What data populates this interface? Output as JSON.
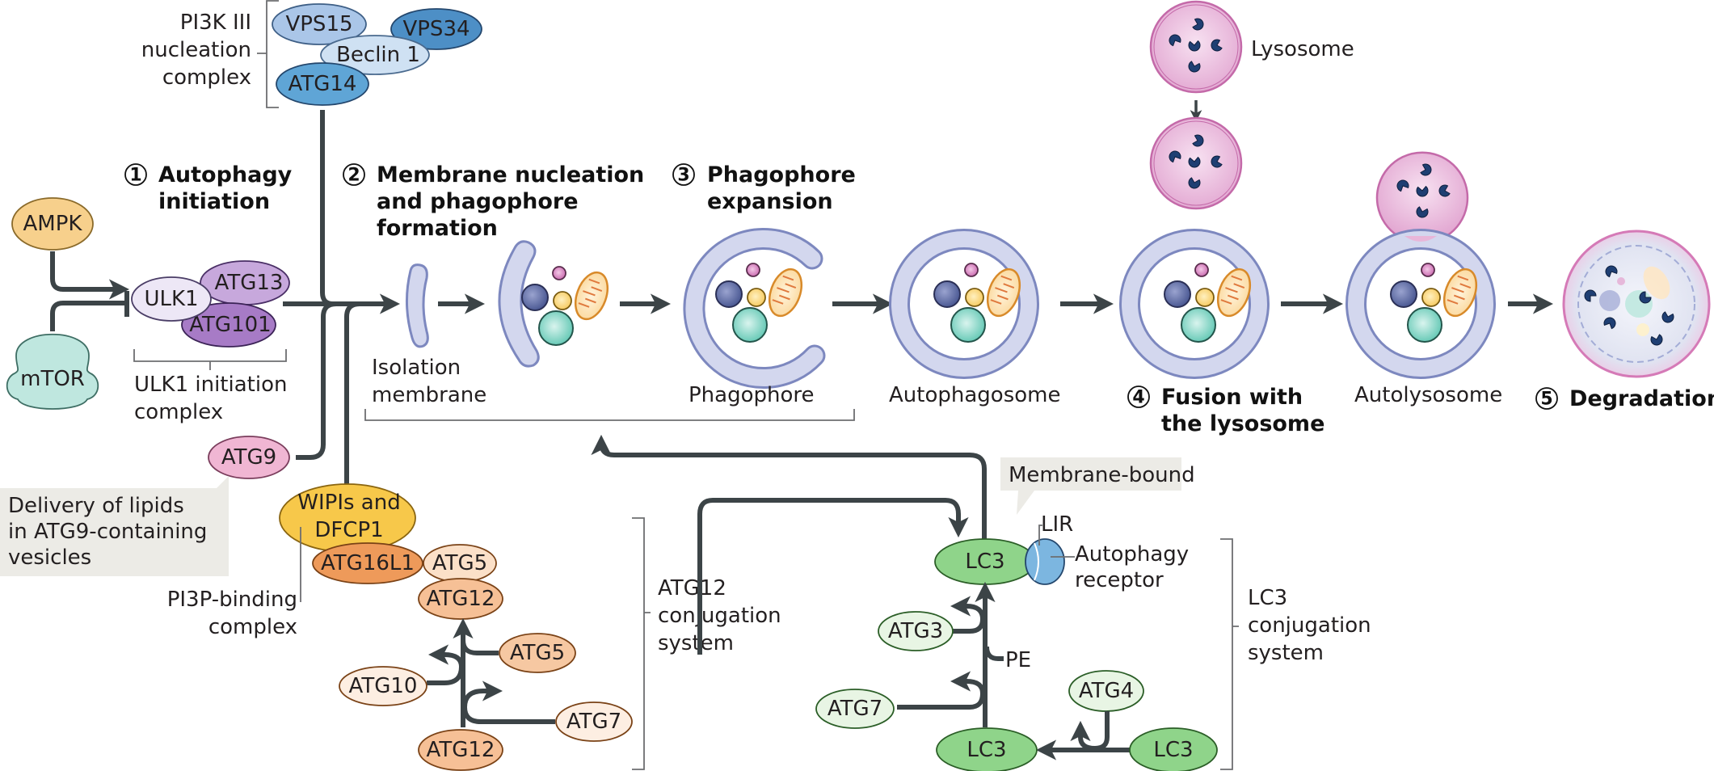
{
  "title": "Autophagy pathway",
  "steps": [
    {
      "num": "1",
      "line1": "Autophagy",
      "line2": "initiation"
    },
    {
      "num": "2",
      "line1": "Membrane nucleation",
      "line2": "and phagophore",
      "line3": "formation"
    },
    {
      "num": "3",
      "line1": "Phagophore",
      "line2": "expansion"
    },
    {
      "num": "4",
      "line1": "Fusion with",
      "line2": "the lysosome"
    },
    {
      "num": "5",
      "line1": "Degradation"
    }
  ],
  "complexes": {
    "pi3k": {
      "line1": "PI3K III",
      "line2": "nucleation",
      "line3": "complex"
    },
    "ulk1": {
      "line1": "ULK1 initiation",
      "line2": "complex"
    },
    "pi3p": {
      "line1": "PI3P-binding",
      "line2": "complex"
    },
    "atg12_system": {
      "line1": "ATG12",
      "line2": "conjugation",
      "line3": "system"
    },
    "lc3_system": {
      "line1": "LC3",
      "line2": "conjugation",
      "line3": "system"
    }
  },
  "proteins": {
    "vps15": "VPS15",
    "vps34": "VPS34",
    "beclin1": "Beclin 1",
    "atg14": "ATG14",
    "ampk": "AMPK",
    "mtor": "mTOR",
    "ulk1": "ULK1",
    "atg13": "ATG13",
    "atg101": "ATG101",
    "atg9": "ATG9",
    "wipi_line1": "WIPIs and",
    "wipi_line2": "DFCP1",
    "atg16l1": "ATG16L1",
    "atg5_top": "ATG5",
    "atg12_top": "ATG12",
    "atg5": "ATG5",
    "atg10": "ATG10",
    "atg7_left": "ATG7",
    "atg12_bottom": "ATG12",
    "lc3_top": "LC3",
    "atg3": "ATG3",
    "atg7_right": "ATG7",
    "atg4": "ATG4",
    "lc3_bottom_left": "LC3",
    "lc3_bottom_right": "LC3"
  },
  "structures": {
    "isolation_membrane_line1": "Isolation",
    "isolation_membrane_line2": "membrane",
    "phagophore": "Phagophore",
    "autophagosome": "Autophagosome",
    "lysosome": "Lysosome",
    "autolysosome": "Autolysosome"
  },
  "annotations": {
    "atg9_note_line1": "Delivery of lipids",
    "atg9_note_line2": "in ATG9-containing",
    "atg9_note_line3": "vesicles",
    "membrane_bound": "Membrane-bound",
    "lir": "LIR",
    "receptor_line1": "Autophagy",
    "receptor_line2": "receptor",
    "pe": "PE"
  },
  "colors": {
    "arrow": "#3c4447",
    "membrane_fill": "#d3d7ee",
    "membrane_stroke": "#7d88bf",
    "lysosome_fill": "#e7b1d8",
    "lysosome_stroke": "#c46aa9",
    "enzyme": "#1f3f73",
    "ampk": "#f7d08c",
    "mtor": "#bfe7df",
    "ulk1": "#ede7f6",
    "atg13": "#c7a8dc",
    "atg101": "#a77bc6",
    "vps15": "#aac6e8",
    "vps34": "#4d8fc6",
    "beclin1": "#cfe1f3",
    "atg14": "#5fa5d6",
    "atg9": "#f0b6d3",
    "wipi": "#f7c84a",
    "atg16l1": "#ee9a5a",
    "atg_peach": "#f6c8a2",
    "atg_light_peach": "#fbe6d6",
    "lc3": "#8fd48a",
    "atg_light_green": "#e8f5e4",
    "receptor": "#7cb6e0",
    "note_box": "#ecebe6"
  }
}
